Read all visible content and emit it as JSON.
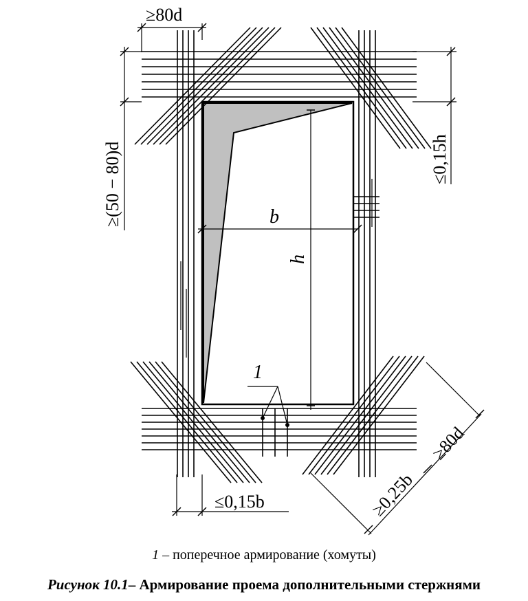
{
  "labels": {
    "dim_top_80d": "≥80d",
    "dim_left_50_80d": "≥(50 − 80)d",
    "dim_right_015h": "≤0,15h",
    "dim_b": "b",
    "dim_h": "h",
    "callout_1": "1",
    "dim_bottom_015b": "≤0,15b",
    "dim_br_80d": "≥80d",
    "dim_br_025b": "≥0,25b"
  },
  "legend": {
    "number": "1",
    "text": " – поперечное армирование (хомуты)"
  },
  "caption": {
    "number": "Рисунок 10.1",
    "text": "– Армирование проема дополнительными стержнями"
  },
  "colors": {
    "line": "#000000",
    "shade": "#c0c0c0"
  }
}
